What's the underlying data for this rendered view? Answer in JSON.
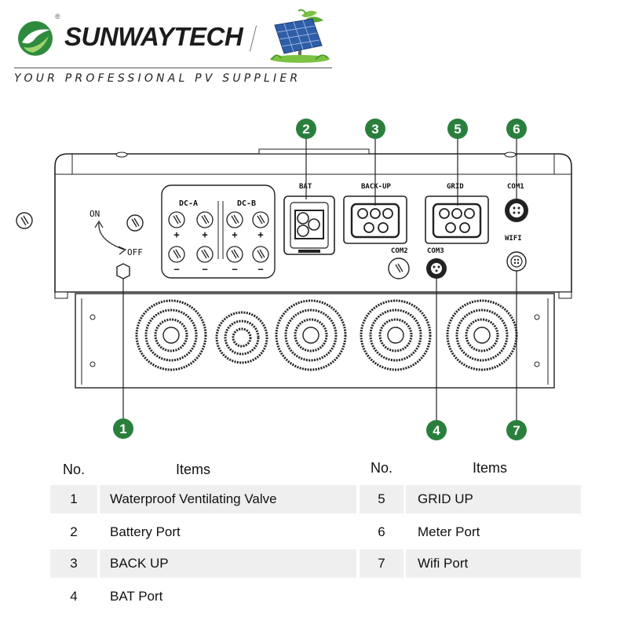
{
  "brand": {
    "name": "SUNWAYTECH",
    "registered": "®",
    "tagline": "YOUR PROFESSIONAL PV SUPPLIER",
    "colors": {
      "green": "#2e8b3e",
      "dark": "#1c1c1c",
      "callout": "#2a7f3d"
    }
  },
  "diagram": {
    "labels": {
      "bat": "BAT",
      "backup": "BACK-UP",
      "grid": "GRID",
      "com1": "COM1",
      "com2": "COM2",
      "com3": "COM3",
      "wifi": "WIFI",
      "dca": "DC-A",
      "dcb": "DC-B",
      "on": "ON",
      "off": "OFF",
      "plus": "+",
      "minus": "−"
    },
    "callouts": [
      "1",
      "2",
      "3",
      "4",
      "5",
      "6",
      "7"
    ]
  },
  "table": {
    "headers": {
      "no": "No.",
      "items": "Items"
    },
    "left": [
      {
        "no": "1",
        "item": "Waterproof Ventilating Valve"
      },
      {
        "no": "2",
        "item": "Battery Port"
      },
      {
        "no": "3",
        "item": "BACK UP"
      },
      {
        "no": "4",
        "item": "BAT Port"
      }
    ],
    "right": [
      {
        "no": "5",
        "item": "GRID UP"
      },
      {
        "no": "6",
        "item": "Meter Port"
      },
      {
        "no": "7",
        "item": "Wifi Port"
      }
    ]
  }
}
